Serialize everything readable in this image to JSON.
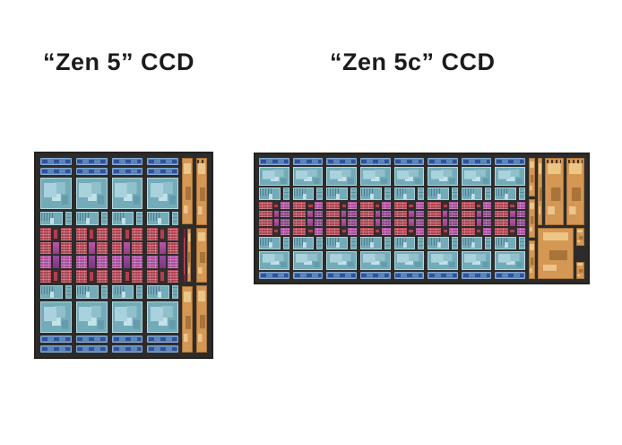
{
  "page": {
    "heading_left": "“Zen 5” CCD",
    "heading_right": "“Zen 5c” CCD"
  },
  "colors": {
    "--page-bg": "#ffffff",
    "--text": "#1b1b1b",
    "--die-bg": "#2d2c2a",
    "--die-border": "#232220",
    "--bar-blue": "#5c86b8",
    "--bar-blue-dark": "#32519a",
    "--bar-blue-light": "#86abd4",
    "--core-teal": "#74abb9",
    "--core-teal-mid": "#8fc0cb",
    "--core-teal-light": "#a9d2dc",
    "--core-teal-lighter": "#c2e2ea",
    "--core-teal-dark": "#639caa",
    "--l3-red": "#b23f4e",
    "--l3-magenta": "#ad4aa0",
    "--l3-purple": "#8d3f90",
    "--io-orange": "#d49754",
    "--io-orange-light": "#ecc687",
    "--io-orange-dark": "#a8743a",
    "--crimson": "#d94f6b",
    "--crimson-dark": "#7c2337"
  },
  "cell_classes": {
    "pr": "t-pr",
    "pm": "t-pm",
    "pp": "t-pp",
    "ms": "t-ms",
    "ps": "t-ps",
    "cs": "t-cs",
    "sl": "t-sl"
  },
  "dies": [
    {
      "id": "zen5",
      "title": "“Zen 5” CCD",
      "cores": 4,
      "column_rows": [
        "bar",
        "bar",
        "core",
        "l2",
        "l3",
        "l2",
        "core",
        "bar",
        "bar"
      ],
      "l3_grid_columns": "1.5fr 0.9fr 1.5fr",
      "l3_rows": [
        [
          "pr",
          "cs",
          "pr"
        ],
        [
          "pr",
          "ms",
          "pr"
        ],
        [
          "pm",
          "ps",
          "pm"
        ],
        [
          "pr",
          "cs",
          "pr"
        ]
      ]
    },
    {
      "id": "zen5c",
      "title": "“Zen 5c” CCD",
      "cores": 8,
      "column_rows": [
        "bar",
        "core",
        "l2",
        "l3",
        "l2",
        "core",
        "bar"
      ],
      "l3_grid_columns": "1.5fr 0.55fr 0.95fr",
      "l3_rows": [
        [
          "pr",
          "sl",
          "pm"
        ],
        [
          "pr",
          "ms",
          "pp"
        ],
        [
          "pr",
          "ms",
          "pp"
        ],
        [
          "pr",
          "sl",
          "pm"
        ]
      ]
    }
  ]
}
